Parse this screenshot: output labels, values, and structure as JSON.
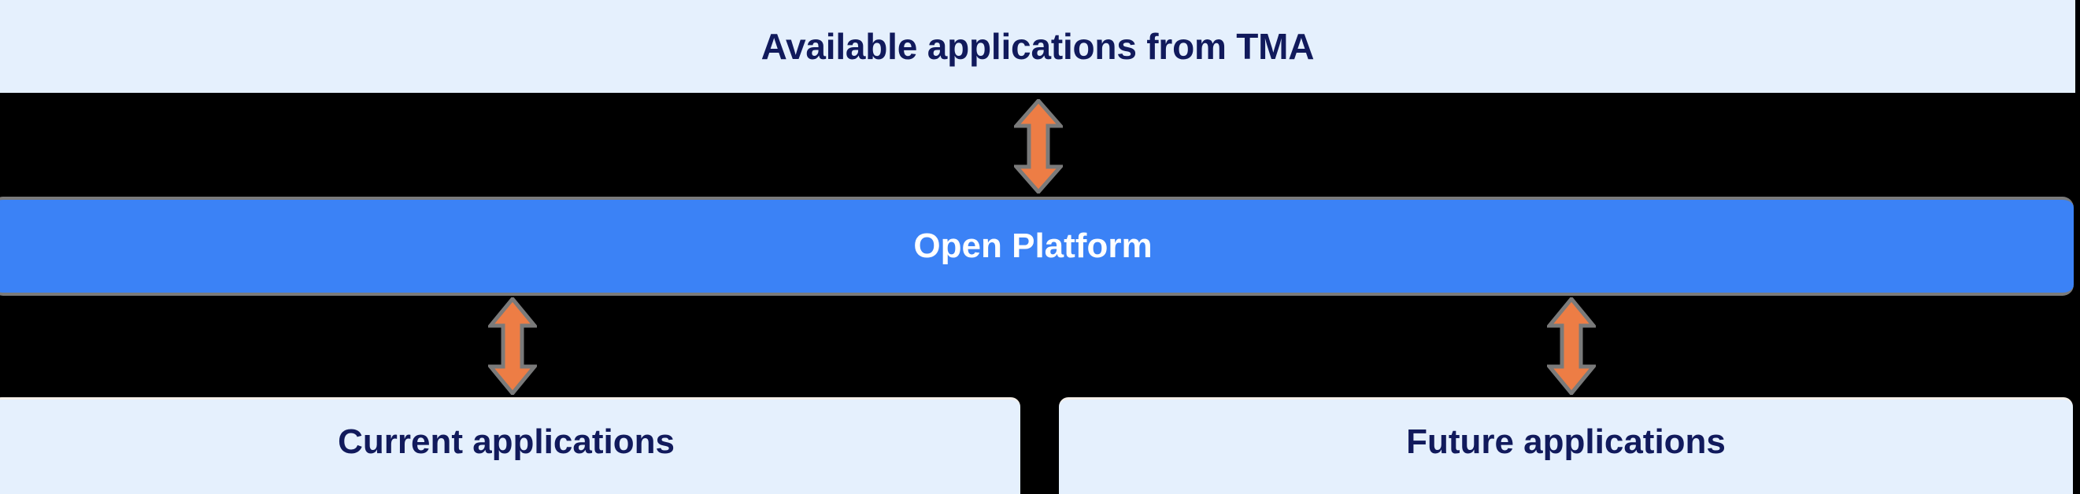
{
  "diagram": {
    "background_color": "#000000",
    "top_banner": {
      "title": "Available applications from TMA",
      "background_color": "#e5f0fd",
      "text_color": "#111a5c"
    },
    "platform": {
      "label": "Open Platform",
      "background_color": "#3b82f6",
      "text_color": "#ffffff",
      "border_color": "#7a7a7a"
    },
    "boxes": [
      {
        "label": "Current applications",
        "background_color": "#e5f0fd",
        "text_color": "#111a5c"
      },
      {
        "label": "Future applications",
        "background_color": "#e5f0fd",
        "text_color": "#111a5c"
      }
    ],
    "connectors": [
      {
        "name": "top-connector",
        "icon": "double-headed-vertical-arrow",
        "color": "#ed7d45",
        "outline_color": "#7a7a7a"
      },
      {
        "name": "left-connector",
        "icon": "double-headed-vertical-arrow",
        "color": "#ed7d45",
        "outline_color": "#7a7a7a"
      },
      {
        "name": "right-connector",
        "icon": "double-headed-vertical-arrow",
        "color": "#ed7d45",
        "outline_color": "#7a7a7a"
      }
    ]
  }
}
